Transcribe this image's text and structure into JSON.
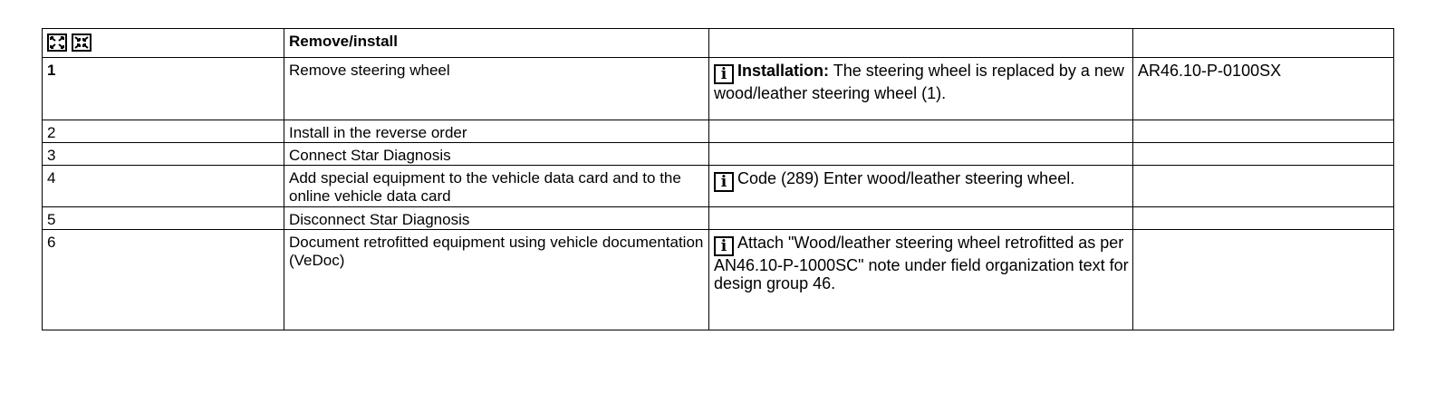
{
  "header": {
    "title": "Remove/install",
    "icons": [
      "expand-icon",
      "collapse-icon"
    ]
  },
  "steps": [
    {
      "number": "1",
      "action": "Remove steering wheel",
      "note_label": "Installation:",
      "note": "The steering wheel is replaced by a new wood/leather steering wheel (1).",
      "reference": "AR46.10-P-0100SX"
    },
    {
      "number": "2",
      "action": "Install in the reverse order",
      "note_label": "",
      "note": "",
      "reference": ""
    },
    {
      "number": "3",
      "action": "Connect Star Diagnosis",
      "note_label": "",
      "note": "",
      "reference": ""
    },
    {
      "number": "4",
      "action": "Add special equipment to the vehicle data card and to the online vehicle data card",
      "note_label": "",
      "note": "Code (289) Enter wood/leather steering wheel.",
      "reference": ""
    },
    {
      "number": "5",
      "action": "Disconnect Star Diagnosis",
      "note_label": "",
      "note": "",
      "reference": ""
    },
    {
      "number": "6",
      "action": "Document retrofitted equipment using vehicle documentation (VeDoc)",
      "note_label": "",
      "note": "Attach \"Wood/leather steering wheel retrofitted as per AN46.10-P-1000SC\" note under field organization text for design group 46.",
      "reference": ""
    }
  ],
  "info_icon_glyph": "i"
}
